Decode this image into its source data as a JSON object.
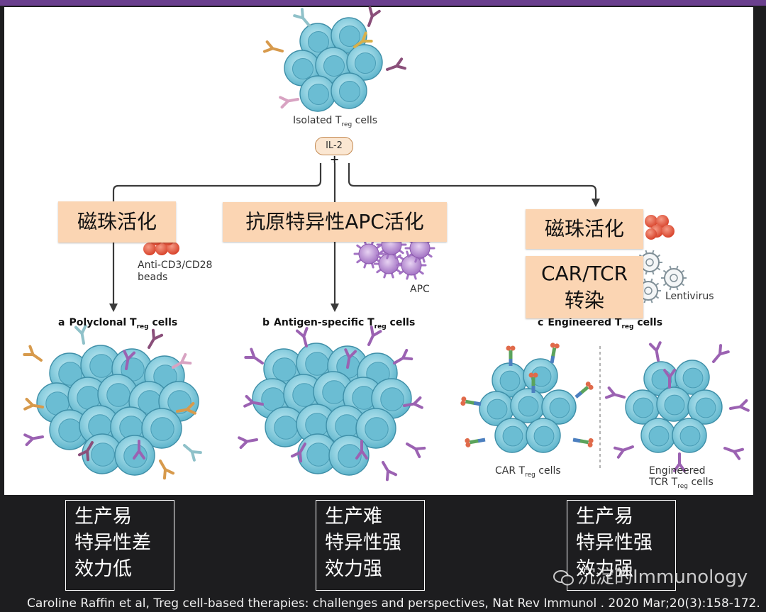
{
  "top": {
    "isolated_label": "Isolated T",
    "isolated_sub": "reg",
    "isolated_suffix": " cells",
    "il2": "IL-2",
    "plus": "+"
  },
  "reagents": {
    "beads_line1": "Anti-CD3/CD28",
    "beads_line2": "beads",
    "apc": "APC",
    "lentivirus": "Lentivirus"
  },
  "panels": [
    {
      "letter": "a",
      "title": "Polyclonal T",
      "sub": "reg",
      "suffix": " cells"
    },
    {
      "letter": "b",
      "title": "Antigen-specific T",
      "sub": "reg",
      "suffix": " cells"
    },
    {
      "letter": "c",
      "title": "Engineered T",
      "sub": "reg",
      "suffix": " cells"
    }
  ],
  "subpanels": {
    "car_label": "CAR T",
    "car_sub": "reg",
    "car_suffix": " cells",
    "tcr_line1": "Engineered",
    "tcr_line2_prefix": "TCR T",
    "tcr_sub": "reg",
    "tcr_suffix": " cells"
  },
  "callouts": {
    "left": "磁珠活化",
    "middle": "抗原特异性APC活化",
    "right_top": "磁珠活化",
    "right_bottom_line1": "CAR/TCR",
    "right_bottom_line2": "转染"
  },
  "notes": [
    {
      "lines": [
        "生产易",
        "特异性差",
        "效力低"
      ]
    },
    {
      "lines": [
        "生产难",
        "特异性强",
        "效力强"
      ]
    },
    {
      "lines": [
        "生产易",
        "特异性强",
        "效力强"
      ]
    }
  ],
  "watermark": "沉淀的Immunology",
  "citation": "Caroline Raffin et al, Treg cell-based therapies: challenges and perspectives, Nat Rev Immunol . 2020 Mar;20(3):158-172.",
  "colors": {
    "cell_fill": "#8fd0e0",
    "cell_inner": "#5fb5cc",
    "purple_receptor": "#9b62b2",
    "bead": "#e2553e",
    "callout_bg": "#fbd5b3",
    "header_bar": "#6a3f8e"
  }
}
